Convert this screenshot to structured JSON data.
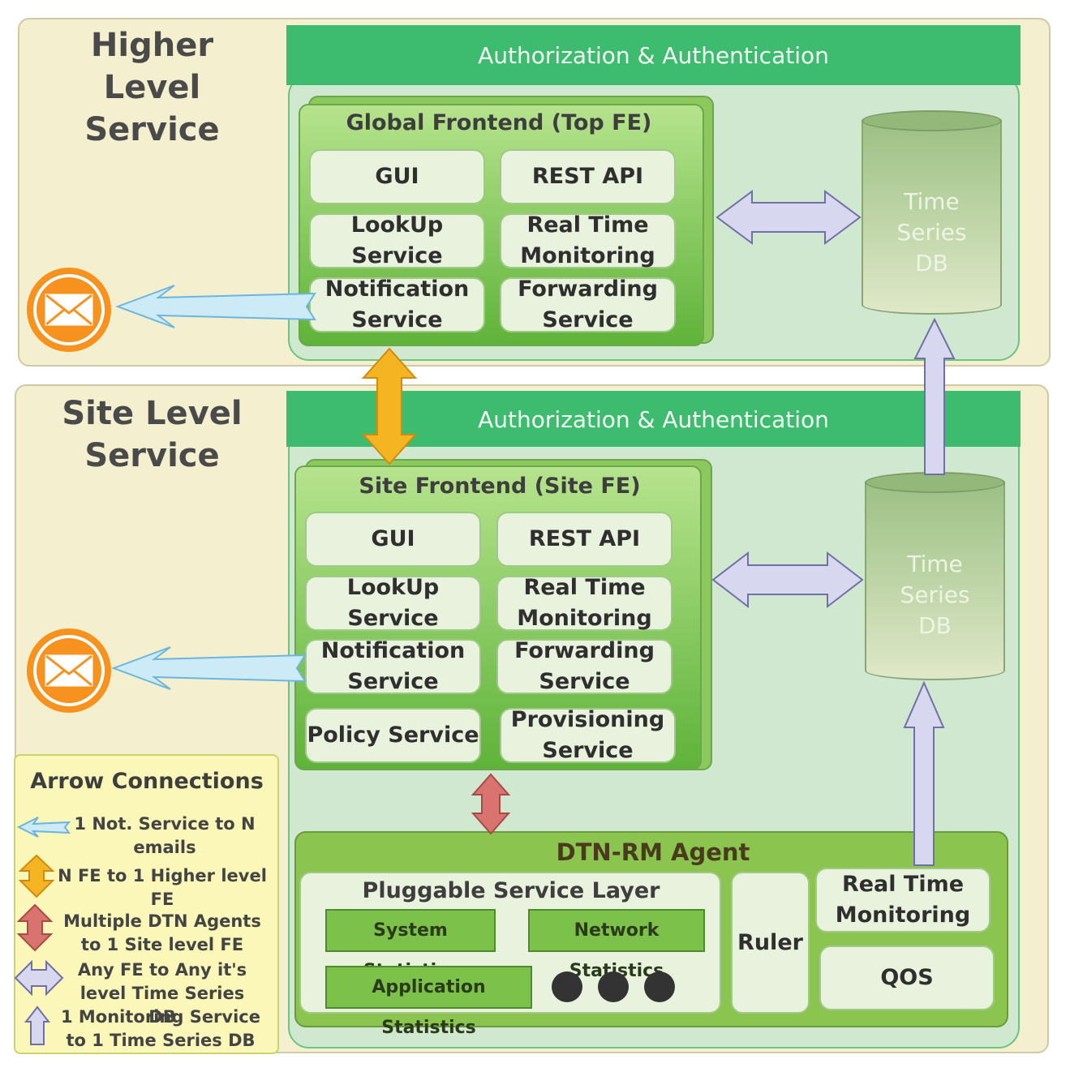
{
  "higher": {
    "title": "Higher Level Service",
    "auth": "Authorization & Authentication",
    "frontend_title": "Global Frontend (Top FE)",
    "services": [
      "GUI",
      "REST API",
      "LookUp Service",
      "Real Time Monitoring",
      "Notification Service",
      "Forwarding Service"
    ],
    "db": "Time Series DB"
  },
  "site": {
    "title": "Site Level Service",
    "auth": "Authorization & Authentication",
    "frontend_title": "Site Frontend (Site FE)",
    "services": [
      "GUI",
      "REST API",
      "LookUp Service",
      "Real Time Monitoring",
      "Notification Service",
      "Forwarding Service",
      "Policy Service",
      "Provisioning Service"
    ],
    "db": "Time Series DB"
  },
  "agent": {
    "title": "DTN-RM Agent",
    "pluggable_title": "Pluggable Service Layer",
    "stats": [
      "System Statistics",
      "Network Statistics",
      "Application Statistics"
    ],
    "ruler": "Ruler",
    "rtm": "Real Time Monitoring",
    "qos": "QOS"
  },
  "legend": {
    "title": "Arrow Connections",
    "items": [
      "1 Not. Service to N emails",
      "N FE to 1 Higher level FE",
      "Multiple DTN Agents to 1 Site level FE",
      "Any FE to Any it's level Time Series DB",
      "1 Monitoring Service to 1 Time Series DB"
    ]
  },
  "colors": {
    "auth_bar": "#3dbb6e",
    "panel": "#f3efcf",
    "mail": "#f7921e",
    "arrow_orange": "#f5b523",
    "arrow_red": "#d8736f",
    "arrow_lavender": "#d7d8ef",
    "arrow_lightblue": "#cdeaf7"
  }
}
